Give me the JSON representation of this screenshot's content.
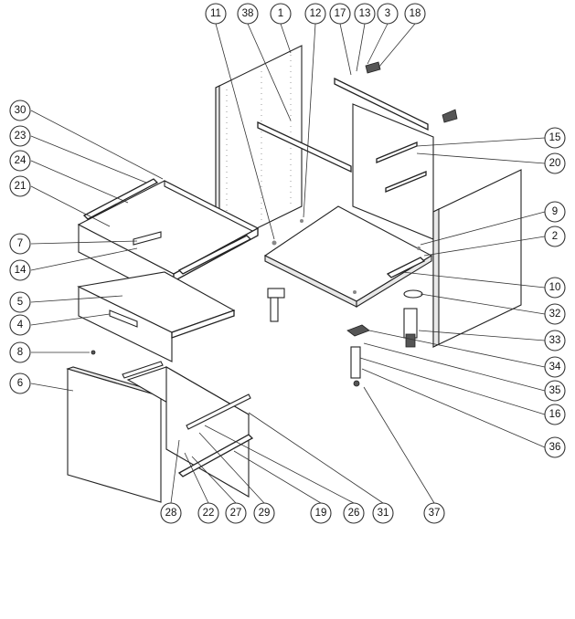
{
  "callouts": [
    {
      "label": "11"
    },
    {
      "label": "38"
    },
    {
      "label": "1"
    },
    {
      "label": "12"
    },
    {
      "label": "17"
    },
    {
      "label": "13"
    },
    {
      "label": "3"
    },
    {
      "label": "18"
    },
    {
      "label": "30"
    },
    {
      "label": "23"
    },
    {
      "label": "24"
    },
    {
      "label": "21"
    },
    {
      "label": "7"
    },
    {
      "label": "14"
    },
    {
      "label": "5"
    },
    {
      "label": "4"
    },
    {
      "label": "8"
    },
    {
      "label": "6"
    },
    {
      "label": "15"
    },
    {
      "label": "20"
    },
    {
      "label": "9"
    },
    {
      "label": "2"
    },
    {
      "label": "10"
    },
    {
      "label": "32"
    },
    {
      "label": "33"
    },
    {
      "label": "34"
    },
    {
      "label": "35"
    },
    {
      "label": "16"
    },
    {
      "label": "36"
    },
    {
      "label": "28"
    },
    {
      "label": "22"
    },
    {
      "label": "27"
    },
    {
      "label": "29"
    },
    {
      "label": "19"
    },
    {
      "label": "26"
    },
    {
      "label": "31"
    },
    {
      "label": "37"
    }
  ]
}
